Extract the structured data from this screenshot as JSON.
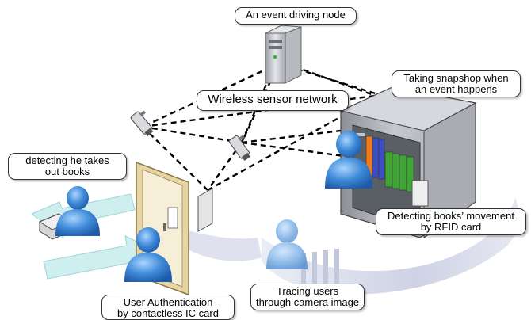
{
  "labels": {
    "event_node": "An event driving node",
    "wsn": "Wireless sensor network",
    "snapshot_line1": "Taking snapshop when",
    "snapshot_line2": "an event happens",
    "takes_out_line1": "detecting he takes",
    "takes_out_line2": "out books",
    "rfid_line1": "Detecting books’ movement",
    "rfid_line2": "by RFID card",
    "tracing_line1": "Tracing users",
    "tracing_line2": "through camera image",
    "auth_line1": "User Authentication",
    "auth_line2": "by contactless IC card"
  },
  "colors": {
    "person_blue": "#3e8ad8",
    "arrow_cyan": "#cfeef0",
    "floor_swoosh": "#d6d9ea",
    "door_frame": "#e7d6a4",
    "server_gray": "#c9ccd1",
    "book_orange": "#f07a1a",
    "book_green": "#3fa535",
    "book_blue": "#3a4fc4"
  },
  "icons": [
    "server-icon",
    "camera-icon",
    "person-icon",
    "door-icon",
    "bookshelf-icon",
    "rfid-reader-icon",
    "ic-card-reader-icon"
  ]
}
